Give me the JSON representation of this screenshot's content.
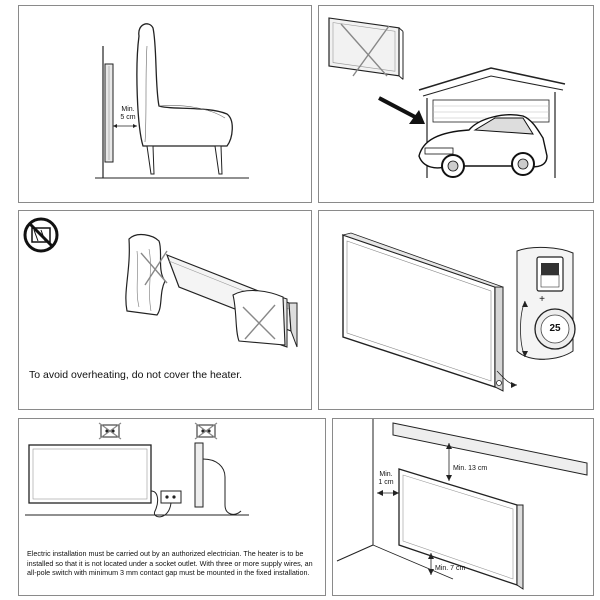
{
  "panel1": {
    "clearance_label_line1": "Min.",
    "clearance_label_line2": "5 cm"
  },
  "panel3": {
    "caption": "To avoid overheating, do not cover the heater."
  },
  "panel4": {
    "thermostat_value": "25",
    "plus_sign": "+",
    "minus_sign": "–"
  },
  "panel5": {
    "instructions": "Electric installation must be carried out by an authorized electrician. The heater is to be installed so that it is not located under a socket outlet. With three or more supply wires, an all-pole switch with minimum 3 mm contact gap must be mounted in the fixed installation."
  },
  "panel6": {
    "top_clearance": "Min. 13 cm",
    "side_clearance_line1": "Min.",
    "side_clearance_line2": "1 cm",
    "bottom_clearance": "Min. 7 cm"
  }
}
